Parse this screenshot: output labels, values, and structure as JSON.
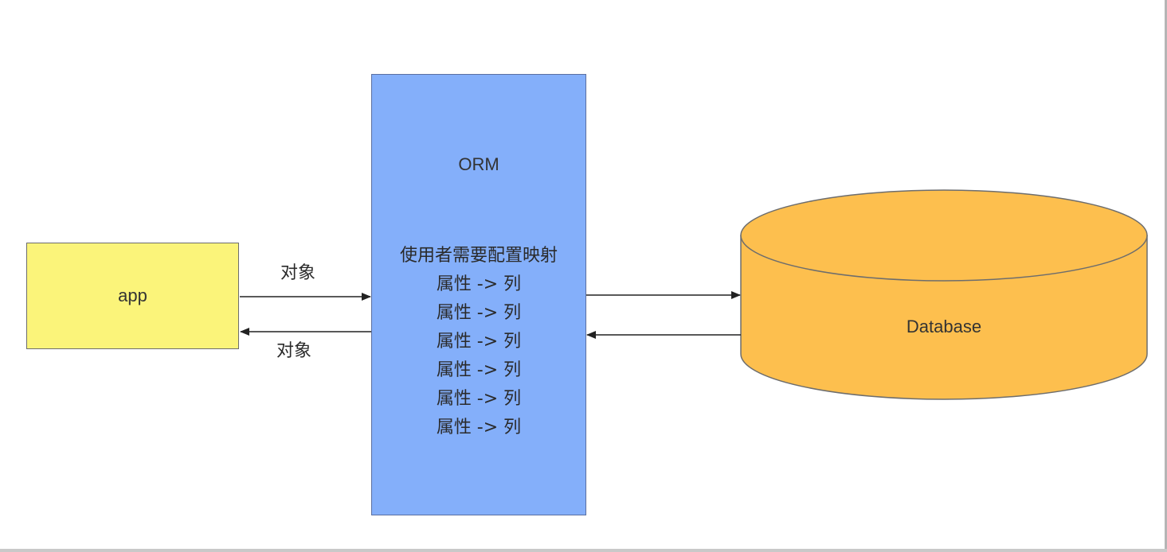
{
  "app": {
    "label": "app"
  },
  "orm": {
    "title": "ORM",
    "lines": [
      "使用者需要配置映射",
      "属性 -> 列",
      "属性 -> 列",
      "属性 -> 列",
      "属性 -> 列",
      "属性 -> 列",
      "属性 -> 列"
    ]
  },
  "arrows": {
    "app_to_orm_label": "对象",
    "orm_to_app_label": "对象"
  },
  "database": {
    "label": "Database"
  },
  "colors": {
    "app_fill": "#fbf47a",
    "orm_fill": "#84affa",
    "database_fill": "#fdbf4e"
  }
}
